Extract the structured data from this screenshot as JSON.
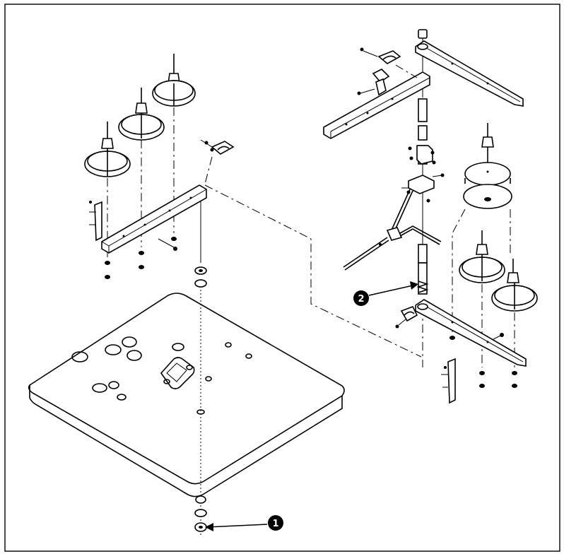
{
  "callouts": [
    {
      "id": "callout-1",
      "label": "1"
    },
    {
      "id": "callout-2",
      "label": "2"
    }
  ],
  "colors": {
    "line": "#000000",
    "background": "#ffffff"
  }
}
